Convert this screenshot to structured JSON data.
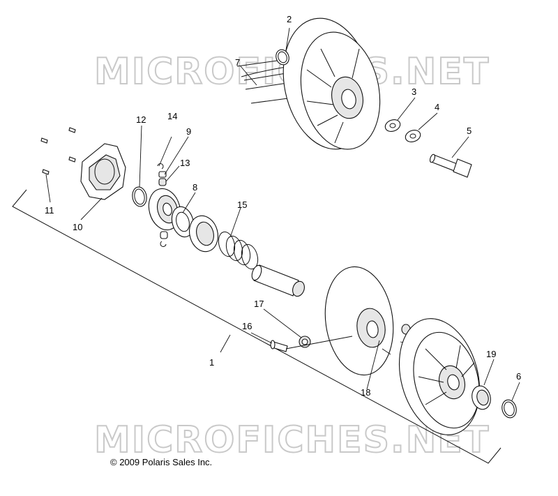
{
  "watermark": "MICROFICHES.NET",
  "copyright": "© 2009 Polaris Sales Inc.",
  "callouts": {
    "c1": "1",
    "c2": "2",
    "c3": "3",
    "c4": "4",
    "c5": "5",
    "c6": "6",
    "c7": "7",
    "c8": "8",
    "c9": "9",
    "c10": "10",
    "c11": "11",
    "c12": "12",
    "c13": "13",
    "c14": "14",
    "c15": "15",
    "c16": "16",
    "c17": "17",
    "c18": "18",
    "c19": "19"
  }
}
